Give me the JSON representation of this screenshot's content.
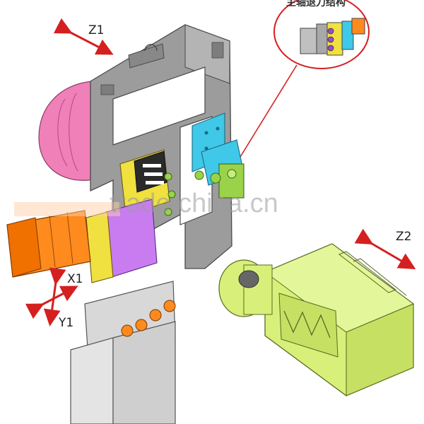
{
  "labels": {
    "z1": "Z1",
    "z2": "Z2",
    "x1": "X1",
    "y1": "Y1"
  },
  "callout": {
    "title": "主轴退刀结构"
  },
  "watermark": "trade.china.cn",
  "colors": {
    "frame": "#9c9c9c",
    "frame_dark": "#7d7d7d",
    "pink_part": "#f080b8",
    "orange_motor": "#ff8a1e",
    "purple_block": "#c87cf0",
    "yellow_block": "#f0e040",
    "cyan_block": "#3fc8e8",
    "green_part": "#9ad24a",
    "lime_head": "#d8f07a",
    "base_gray": "#d8d8d8",
    "arrow_red": "#d42020"
  }
}
